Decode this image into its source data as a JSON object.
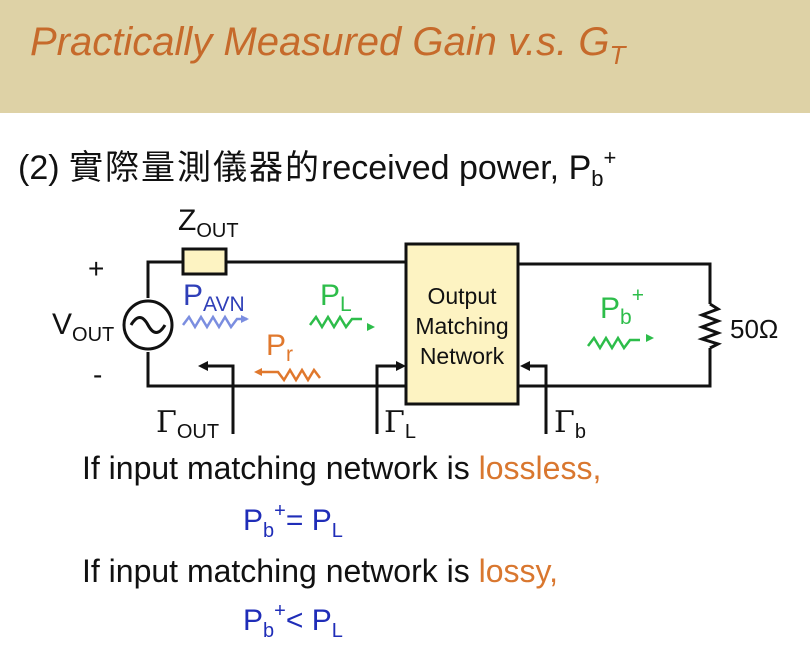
{
  "header": {
    "title_main": "Practically Measured Gain v.s. G",
    "title_sub": "T"
  },
  "subtitle": {
    "prefix": "(2) ",
    "cjk": "實際量測儀器的",
    "text": "received power, P",
    "sub": "b",
    "sup": "+"
  },
  "circuit": {
    "plus": "+",
    "minus": "-",
    "v_main": "V",
    "v_sub": "OUT",
    "z_main": "Z",
    "z_sub": "OUT",
    "pavn_main": "P",
    "pavn_sub": "AVN",
    "pl_main": "P",
    "pl_sub": "L",
    "pr_main": "P",
    "pr_sub": "r",
    "pb_main": "P",
    "pb_sub": "b",
    "pb_sup": "+",
    "box_line1": "Output",
    "box_line2": "Matching",
    "box_line3": "Network",
    "load": "50Ω",
    "gamma_out_main": "Γ",
    "gamma_out_sub": "OUT",
    "gamma_l_main": "Γ",
    "gamma_l_sub": "L",
    "gamma_b_main": "Γ",
    "gamma_b_sub": "b",
    "colors": {
      "blue": "#2f3fb8",
      "green": "#2dbd4a",
      "orange": "#e0782d"
    }
  },
  "statements": {
    "s1_text": "If input matching network is ",
    "s1_accent": "lossless,",
    "eq1": {
      "p1": "P",
      "sub1": "b",
      "sup1": "+",
      "op": "= ",
      "p2": "P",
      "sub2": "L"
    },
    "s2_text": "If input matching network is ",
    "s2_accent": "lossy,",
    "eq2": {
      "p1": "P",
      "sub1": "b",
      "sup1": "+",
      "op": "< ",
      "p2": "P",
      "sub2": "L"
    }
  }
}
